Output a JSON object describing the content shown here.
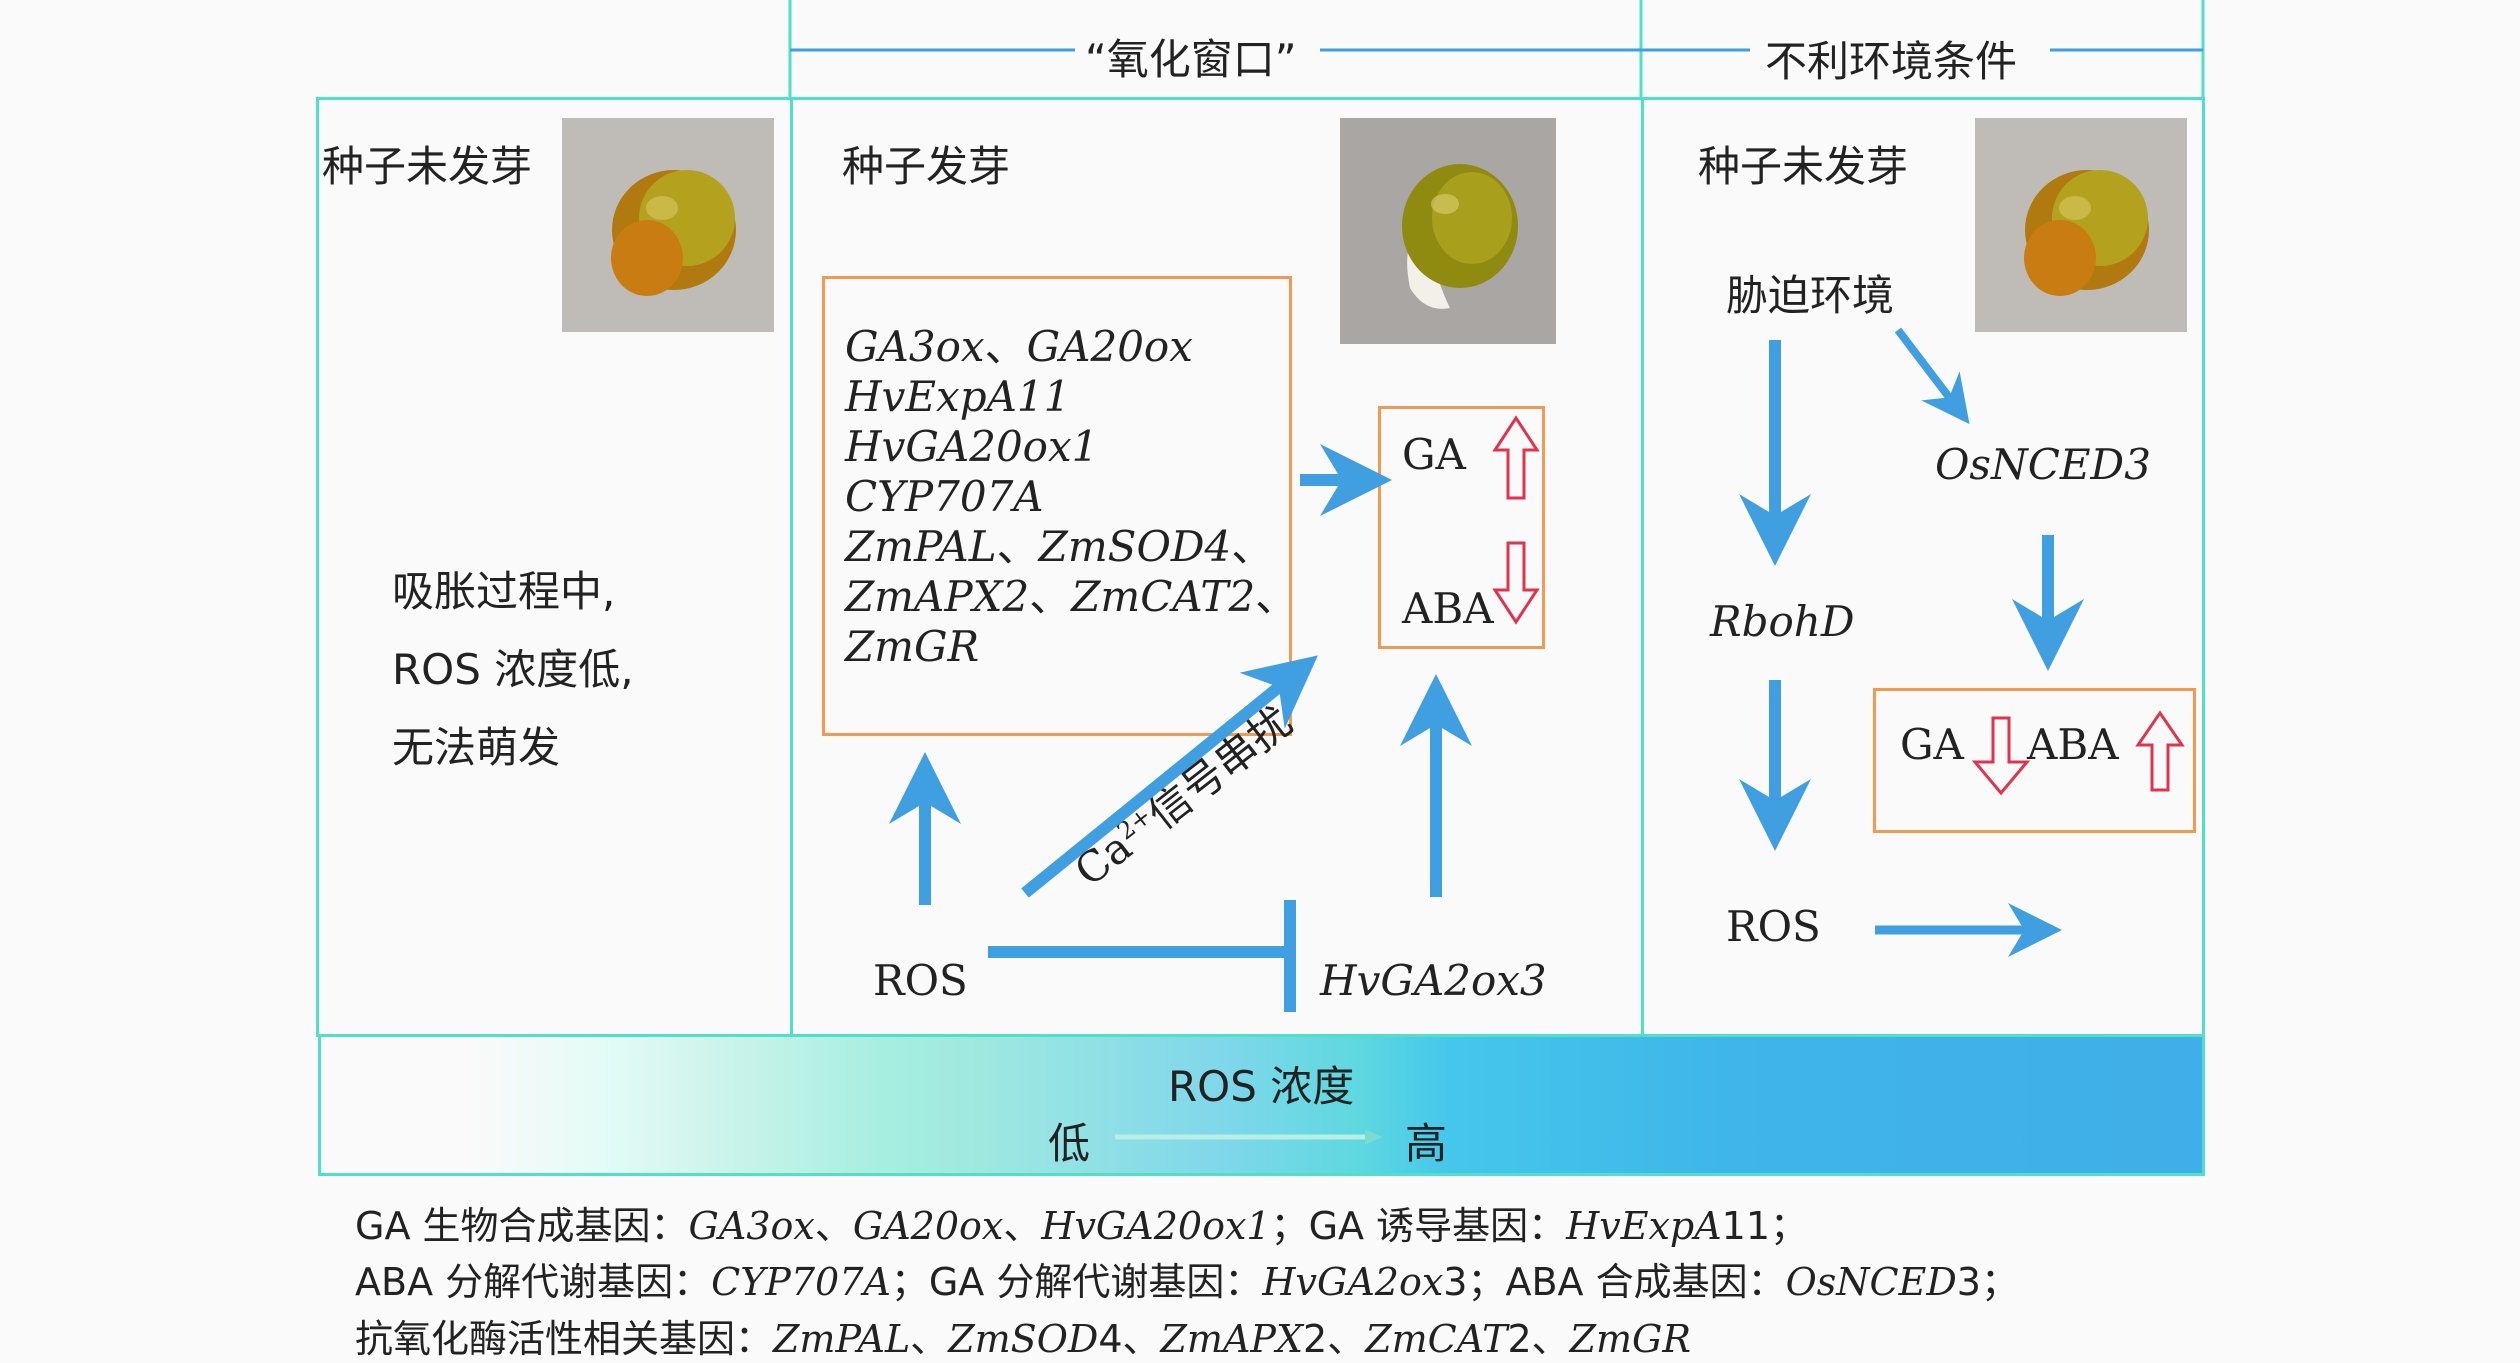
{
  "header": {
    "oxidation_window": "“氧化窗口”",
    "adverse_conditions": "不利环境条件"
  },
  "panel_left": {
    "title": "种子未发芽",
    "note_lines": [
      "吸胀过程中,",
      "ROS 浓度低,",
      "无法萌发"
    ]
  },
  "panel_middle": {
    "title": "种子发芽",
    "genes": [
      {
        "items": [
          "GA3ox",
          "GA20ox"
        ]
      },
      {
        "items": [
          "HvExpA11"
        ]
      },
      {
        "items": [
          "HvGA20ox1"
        ]
      },
      {
        "items": [
          "CYP707A"
        ]
      },
      {
        "items": [
          "ZmPAL",
          "ZmSOD4"
        ],
        "trail": "、"
      },
      {
        "items": [
          "ZmAPX2",
          "ZmCAT2"
        ],
        "trail": "、"
      },
      {
        "items": [
          "ZmGR"
        ]
      }
    ],
    "ga_label": "GA",
    "aba_label": "ABA",
    "ros_label": "ROS",
    "hvga2ox3_label": "HvGA2ox3",
    "calcium_label": "Ca",
    "calcium_sup": "2+",
    "calcium_suffix": "信号串扰"
  },
  "panel_right": {
    "title": "种子未发芽",
    "stress_label": "胁迫环境",
    "osnced3_label": "OsNCED3",
    "rbohd_label": "RbohD",
    "ga_label": "GA",
    "aba_label": "ABA",
    "ros_label": "ROS"
  },
  "ros_bar": {
    "title": "ROS 浓度",
    "low": "低",
    "high": "高"
  },
  "footnote": {
    "line1": [
      {
        "t": "GA 生物合成基因：",
        "i": false
      },
      {
        "t": "GA3ox",
        "i": true
      },
      {
        "t": "、",
        "i": false
      },
      {
        "t": "GA20ox",
        "i": true
      },
      {
        "t": "、",
        "i": false
      },
      {
        "t": "HvGA20ox1",
        "i": true
      },
      {
        "t": "；GA 诱导基因：",
        "i": false
      },
      {
        "t": "HvExpA",
        "i": true
      },
      {
        "t": "11；",
        "i": false
      }
    ],
    "line2": [
      {
        "t": "ABA 分解代谢基因：",
        "i": false
      },
      {
        "t": "CYP707A",
        "i": true
      },
      {
        "t": "；GA 分解代谢基因：",
        "i": false
      },
      {
        "t": "HvGA2ox",
        "i": true
      },
      {
        "t": "3；ABA 合成基因：",
        "i": false
      },
      {
        "t": "OsNCED",
        "i": true
      },
      {
        "t": "3；",
        "i": false
      }
    ],
    "line3": [
      {
        "t": "抗氧化酶活性相关基因：",
        "i": false
      },
      {
        "t": "ZmPAL",
        "i": true
      },
      {
        "t": "、",
        "i": false
      },
      {
        "t": "ZmSOD",
        "i": true
      },
      {
        "t": "4、",
        "i": false
      },
      {
        "t": "ZmAPX",
        "i": true
      },
      {
        "t": "2、",
        "i": false
      },
      {
        "t": "ZmCAT",
        "i": true
      },
      {
        "t": "2、",
        "i": false
      },
      {
        "t": "ZmGR",
        "i": true
      }
    ]
  },
  "colors": {
    "panel_border": "#4fe0c8",
    "arrow_blue": "#3f9fe0",
    "orange_box": "#f39a52",
    "up_down_arrow": "#e0334d"
  }
}
